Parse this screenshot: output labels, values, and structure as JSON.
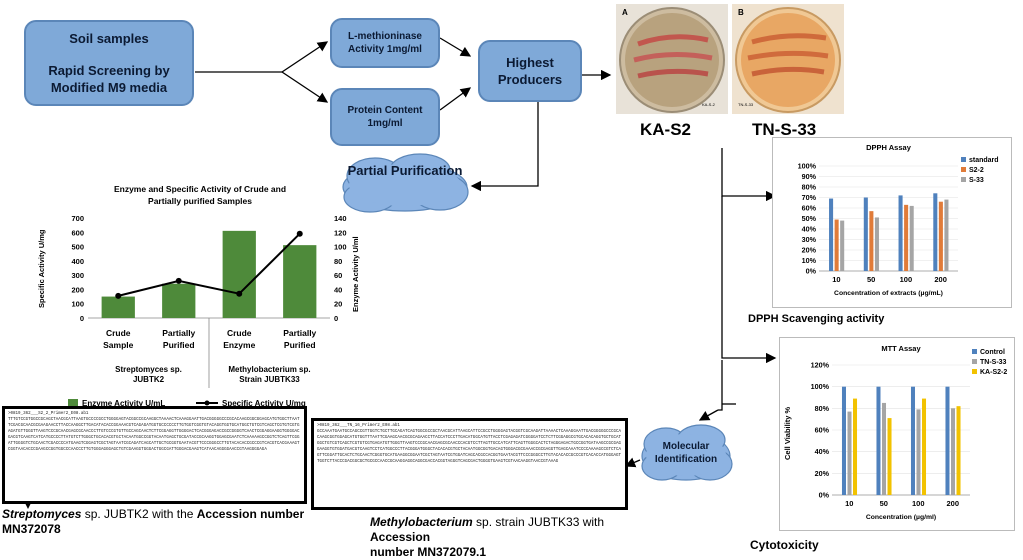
{
  "flow": {
    "soil_box": {
      "line1": "Soil samples",
      "line2": "Rapid Screening by Modified M9 media"
    },
    "lmeth_box": "L-methioninase Activity 1mg/ml",
    "protein_box": "Protein Content 1mg/ml",
    "highest_box": "Highest Producers",
    "partial_cloud": "Partial Purification",
    "molecular_cloud": "Molecular Identification",
    "dpph_label": "DPPH Scavenging activity",
    "cytotox_label": "Cytotoxicity"
  },
  "plates": {
    "labelA": "A",
    "labelB": "B",
    "plateA_tag": "KA-S-2",
    "plateB_tag": "TN-S-33",
    "captionA": "KA-S2",
    "captionB": "TN-S-33"
  },
  "sequences": {
    "left_header": ">0819_362___S2_2_Primer2_E08.ab1",
    "left_text": "TTTGTCCGTGGCCGCAGCTAACGCATTAAGTGCCCCGCCTGGGGAGTACGGCCGCAAGGCTAAAACTCAAAGGAATTGACGGGGGCCCGCACAAGCGGCGGAGCATGTGGCTTAATTCGACGCAACGCGAAGAACCTTACCAAGGCTTGACATACACCGGAAACGTCAGAGATGGTGCCCCCCTTGTGGTCGGTGTACAGGTGGTGCATGGCTGTCGTCAGCTCGTGTCGTGAGATGTTGGGTTAAGTCCCGCAACGAGCGCAACCCTTGTCCCGTGTTGCCAGCAACTCTTCGGAGGTTGGGGACTCACGGGAGACCGCCGGGGTCAACTCGGAGGAAGGTGGGGACGACGTCAAGTCATCATGCCCCTTATGTCTTGGGCTGCACACGTGCTACAATGGCCGGTACAATGAGCTGCGATACCGCAAGGTGGAGCGAATCTCAAAAAGCCGGTCTCAGTTCGGATTGGGGTCTGCAACTCGACCCCATGAAGTCGGAGTCGCTAGTAATCGCAGATCAGCATTGCTGCGGTGAATACGTTCCCGGGCCTTGTACACACCGCCCGTCACGTCACGAAAGTCGGTAACACCCGAAGCCGGTGGCCCAACCCTTGTGGGAGGGAGCTGTCGAAGGTGGGACTGGCGATTGGGACGAAGTCATAACAGGGGAACCGTAAGGGGAGA",
    "right_header": ">0819_362___TN_16_Primer2_E08.ab1",
    "right_text": "GCCAAATGAATGCCAGCCGTTGGTCTGCTTGCAGATCAGTGGCGCCGCTAACGCATTAAGCATTCCGCCTGGGGAGTACGGTCGCAAGATTAAAACTCAAAGGAATTGACGGGGGCCCGCACAAGCGGTGGAGCATGTGGTTTAATTCGAAGCAACGCGCAGAACCTTACCATCCCTTGACATGGCATGTTACCTCGAGAGATCGGGGATCCTCTTCGGAGGCGTGCACACAGGTGCTGCATGGCTGTCGTCAGCTCGTGTCGTGAGATGTTGGGTTAAGTCCCGCAACGAGCGCAACCCACGTCCTTAGTTGCCATCATTCAGTTGGGCACTCTAGGGAGACTGCCGGTGATAAGCCGCGAGGAAGGTGTGGATGACGTCAAGTCCTCATGGCCCTTACGGGATGGGCTACACACGTGCTACAATGGCGGTGACAGTGGGACGCGAAACCGCGAGGTTGAGCAAATCCCCAAAAGCCGTCTCAGTTCGGATTGCACTCTGCAACTCGGGTGCATGAAGGCGGAATCGCTAGTAATCGTGGATCAGCACGCCACGGTGAATACGTTCCCGGGCCTTGTACACACCGCCCGTCACACCATGGGAGTTGGTCTTACCCGACGGCGCTGCGCCAACCGCAAGGAGGCAGGCGACCACGGTAGGGTCAGCGACTGGGGTGAAGTCGTAACAAGGTAACCGTAAAG",
    "left_caption": {
      "species": "Streptomyces",
      "rest": " sp. JUBTK2 with the ",
      "bold1": "Accession number",
      "acc": "MN372078"
    },
    "right_caption": {
      "species": "Methylobacterium",
      "rest": " sp. strain JUBTK33 with ",
      "bold1": "Accession",
      "acc": "number MN372079.1"
    }
  },
  "chart_data": [
    {
      "type": "bar",
      "title": "Enzyme and Specific Activity of Crude and Partially purified Samples",
      "categories": [
        "Crude Sample",
        "Partially Purified",
        "Crude Enzyme",
        "Partially Purified"
      ],
      "group_labels": [
        "Streptomyces sp. JUBTK2",
        "Methylobacterium sp. Strain JUBTK33"
      ],
      "ylabel_left": "Specific Activity U/mg",
      "ylabel_right": "Enzyme Activity U/ml",
      "ylim_left": [
        0,
        700
      ],
      "ylim_right": [
        0,
        140
      ],
      "yticks_left": [
        "0",
        "100",
        "200",
        "300",
        "400",
        "500",
        "600",
        "700"
      ],
      "yticks_right": [
        "0",
        "20",
        "40",
        "60",
        "80",
        "100",
        "120",
        "140"
      ],
      "series": [
        {
          "name": "Enzyme Activity U/mL",
          "kind": "bar",
          "axis": "left",
          "color": "#4e8a3a",
          "values": [
            150,
            240,
            610,
            510
          ]
        },
        {
          "name": "Specific Activity U/mg",
          "kind": "line",
          "axis": "right",
          "color": "#000000",
          "values": [
            31,
            52,
            34,
            118
          ]
        }
      ],
      "legend": "bottom"
    },
    {
      "type": "bar",
      "title": "DPPH Assay",
      "categories": [
        "10",
        "50",
        "100",
        "200"
      ],
      "xlabel": "Concentration of extracts (µg/mL)",
      "ylim": [
        0,
        100
      ],
      "yticks": [
        "0%",
        "10%",
        "20%",
        "30%",
        "40%",
        "50%",
        "60%",
        "70%",
        "80%",
        "90%",
        "100%"
      ],
      "series": [
        {
          "name": "standard",
          "color": "#4f81bd",
          "values": [
            69,
            70,
            72,
            74
          ]
        },
        {
          "name": "S2-2",
          "color": "#e07b39",
          "values": [
            49,
            57,
            63,
            66
          ]
        },
        {
          "name": "S-33",
          "color": "#a5a5a5",
          "values": [
            48,
            51,
            62,
            68
          ]
        }
      ],
      "legend": "top-right"
    },
    {
      "type": "bar",
      "title": "MTT Assay",
      "categories": [
        "10",
        "50",
        "100",
        "200"
      ],
      "xlabel": "Concentration (µg/ml)",
      "ylabel": "Cell Viability %",
      "ylim": [
        0,
        120
      ],
      "yticks": [
        "0%",
        "20%",
        "40%",
        "60%",
        "80%",
        "100%",
        "120%"
      ],
      "series": [
        {
          "name": "Control",
          "color": "#4f81bd",
          "values": [
            100,
            100,
            100,
            100
          ]
        },
        {
          "name": "TN-S-33",
          "color": "#a5a5a5",
          "values": [
            77,
            85,
            79,
            80
          ]
        },
        {
          "name": "KA-S2-2",
          "color": "#f2c200",
          "values": [
            89,
            71,
            89,
            82
          ]
        }
      ],
      "legend": "top-right"
    }
  ]
}
